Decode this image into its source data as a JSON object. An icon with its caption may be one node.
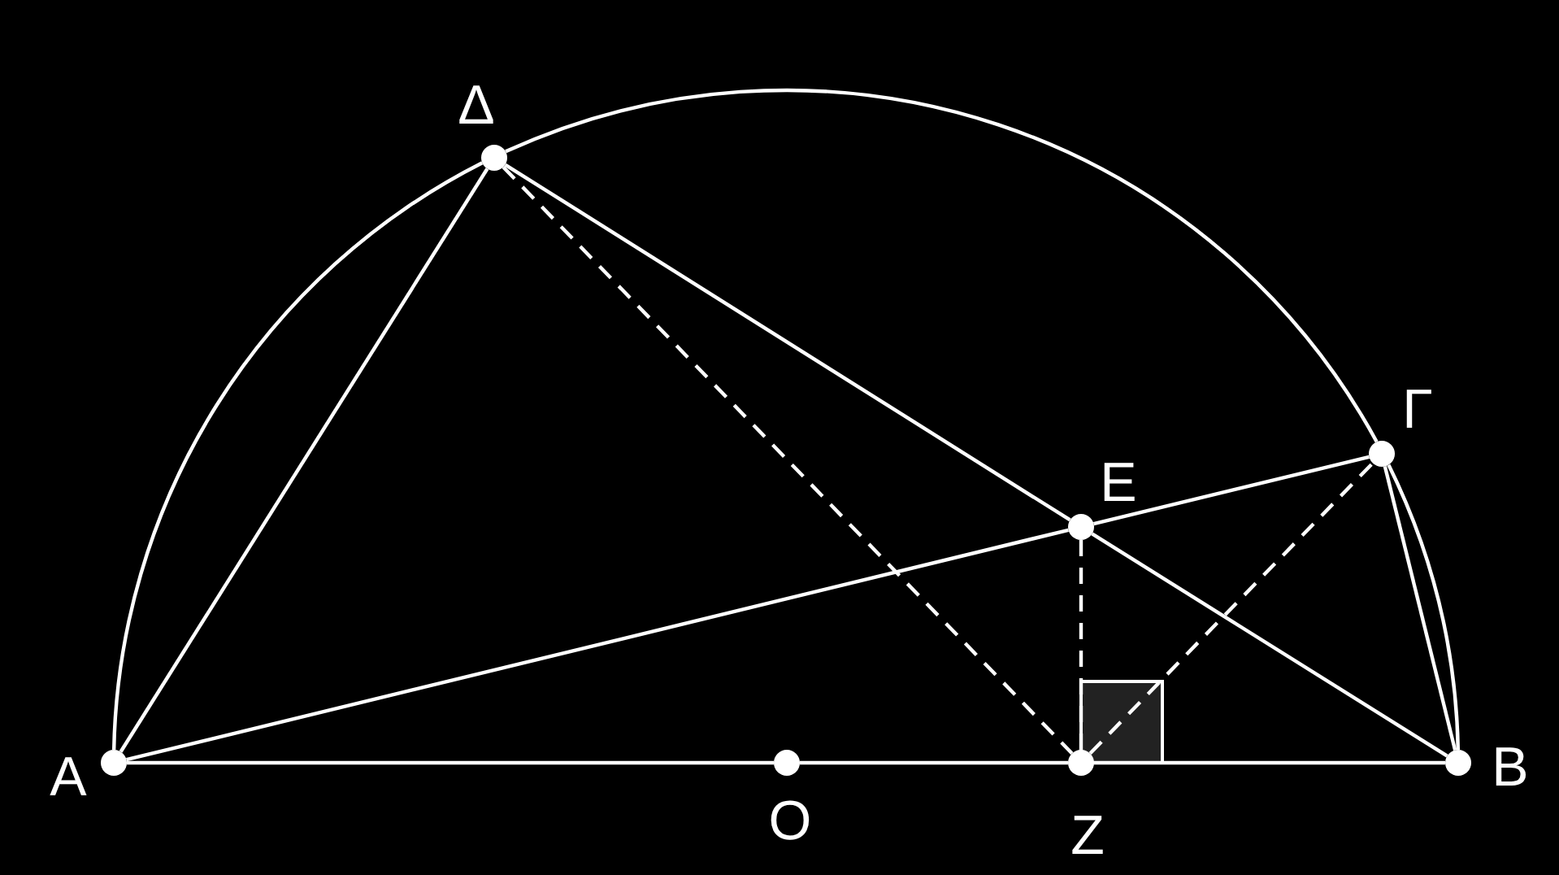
{
  "diagram": {
    "nodes": [
      {
        "text": [],
        "shape": "circle",
        "beside": [
          "Δ"
        ]
      },
      {
        "text": [],
        "shape": "circle",
        "beside": [
          "Γ"
        ]
      },
      {
        "text": [],
        "shape": "circle",
        "beside": [
          "E"
        ]
      },
      {
        "text": [],
        "shape": "circle",
        "beside": [
          "A"
        ]
      },
      {
        "text": [],
        "shape": "circle",
        "beside": [
          "O"
        ]
      },
      {
        "text": [],
        "shape": "circle",
        "beside": [
          "Z"
        ]
      },
      {
        "text": [],
        "shape": "circle",
        "beside": [
          "B"
        ]
      }
    ],
    "edges": [
      {
        "from": 3,
        "to": 0,
        "arrow": "none"
      },
      {
        "from": 0,
        "to": 1,
        "arrow": "none"
      },
      {
        "from": 1,
        "to": 6,
        "arrow": "none"
      },
      {
        "from": 3,
        "to": 4,
        "arrow": "none"
      },
      {
        "from": 4,
        "to": 5,
        "arrow": "none"
      },
      {
        "from": 5,
        "to": 6,
        "arrow": "none"
      },
      {
        "from": 3,
        "to": 0,
        "arrow": "none"
      },
      {
        "from": 0,
        "to": 2,
        "arrow": "none"
      },
      {
        "from": 2,
        "to": 6,
        "arrow": "none"
      },
      {
        "from": 3,
        "to": 2,
        "arrow": "none"
      },
      {
        "from": 2,
        "to": 1,
        "arrow": "none"
      },
      {
        "from": 1,
        "to": 6,
        "arrow": "none"
      },
      {
        "from": 0,
        "to": 5,
        "arrow": "none",
        "style": "dashed"
      },
      {
        "from": 2,
        "to": 5,
        "arrow": "none",
        "style": "dashed"
      },
      {
        "from": 5,
        "to": 1,
        "arrow": "none",
        "style": "dashed"
      }
    ]
  }
}
